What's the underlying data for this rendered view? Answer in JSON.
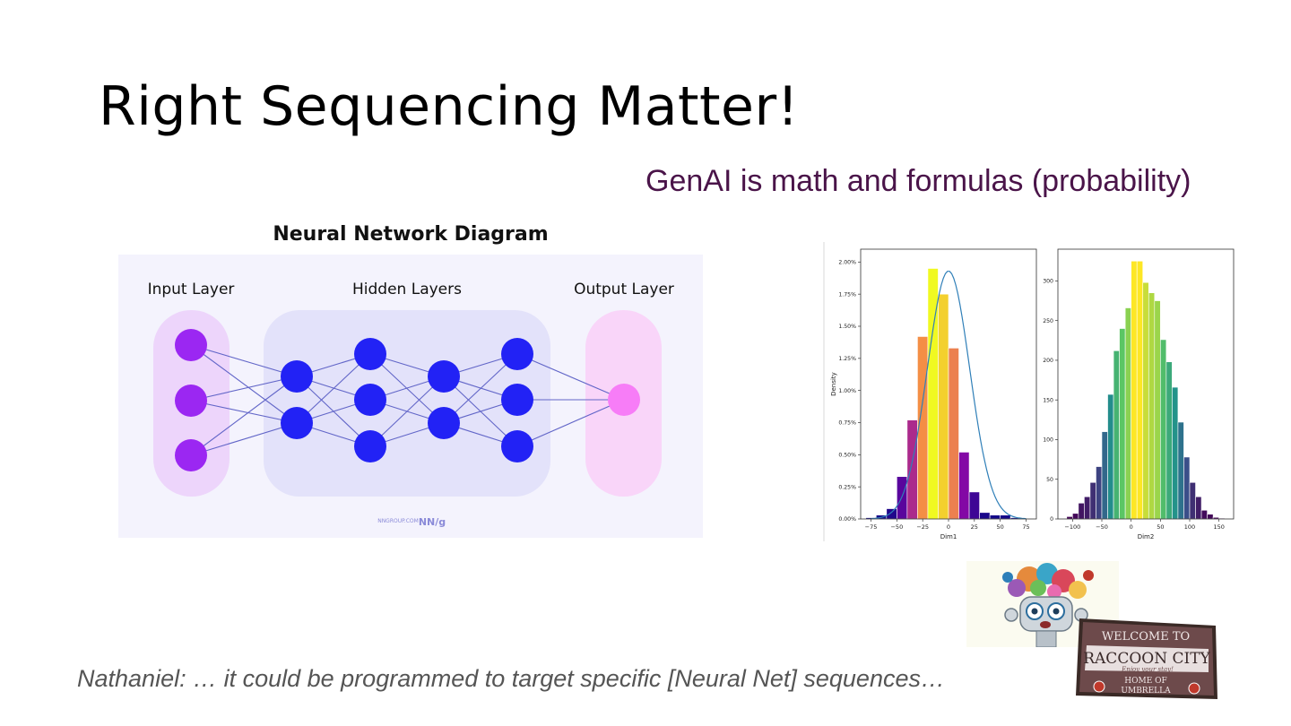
{
  "slide": {
    "title": "Right Sequencing Matter!",
    "subtitle": "GenAI is math and formulas (probability)",
    "caption": "Nathaniel: … it could be programmed to target specific [Neural Net] sequences…"
  },
  "nn_diagram": {
    "title": "Neural Network Diagram",
    "input_label": "Input Layer",
    "hidden_label": "Hidden Layers",
    "output_label": "Output Layer",
    "watermark_small": "NNGROUP.COM",
    "watermark_logo": "NN/g",
    "colors": {
      "input": "#9b27f2",
      "hidden": "#2222f5",
      "output": "#f77df7",
      "panel": "#f4f3fd"
    }
  },
  "chart_data": [
    {
      "type": "bar",
      "xlabel": "Dim1",
      "ylabel": "Density",
      "x": [
        -45,
        -35,
        -25,
        -15,
        -5,
        5,
        15,
        25,
        35,
        45
      ],
      "values": [
        0.0033,
        0.0077,
        0.0142,
        0.0195,
        0.0175,
        0.0133,
        0.0052,
        0.0021,
        0.0005,
        0.0003
      ],
      "extra_bins": {
        "x": [
          -75,
          -65,
          -55,
          55,
          65
        ],
        "values": [
          0.0001,
          0.0003,
          0.0008,
          0.0003,
          0.0001
        ]
      },
      "xticks": [
        "-75",
        "-50",
        "-25",
        "0",
        "25",
        "50",
        "75"
      ],
      "yticks": [
        "0.00%",
        "0.25%",
        "0.50%",
        "0.75%",
        "1.00%",
        "1.25%",
        "1.50%",
        "1.75%",
        "2.00%"
      ],
      "xlim": [
        -85,
        85
      ],
      "ylim": [
        0,
        0.021
      ],
      "kde_curve": true
    },
    {
      "type": "bar",
      "xlabel": "Dim2",
      "ylabel": "",
      "bin_centers": [
        -105,
        -95,
        -85,
        -75,
        -65,
        -55,
        -45,
        -35,
        -25,
        -15,
        -5,
        5,
        15,
        25,
        35,
        45,
        55,
        65,
        75,
        85,
        95,
        105,
        115,
        125,
        135,
        145,
        155
      ],
      "values": [
        3,
        7,
        20,
        28,
        46,
        66,
        110,
        157,
        212,
        240,
        266,
        325,
        325,
        298,
        285,
        275,
        226,
        198,
        166,
        122,
        78,
        46,
        28,
        11,
        6,
        2,
        1
      ],
      "xticks": [
        "-100",
        "-50",
        "0",
        "50",
        "100",
        "150"
      ],
      "yticks": [
        "0",
        "50",
        "100",
        "150",
        "200",
        "250",
        "300"
      ],
      "xlim": [
        -125,
        175
      ],
      "ylim": [
        0,
        340
      ]
    }
  ],
  "sign": {
    "line1": "WELCOME TO",
    "line2": "RACCOON CITY",
    "line3": "Enjoy your stay!",
    "line4": "HOME OF",
    "line5": "UMBRELLA"
  }
}
